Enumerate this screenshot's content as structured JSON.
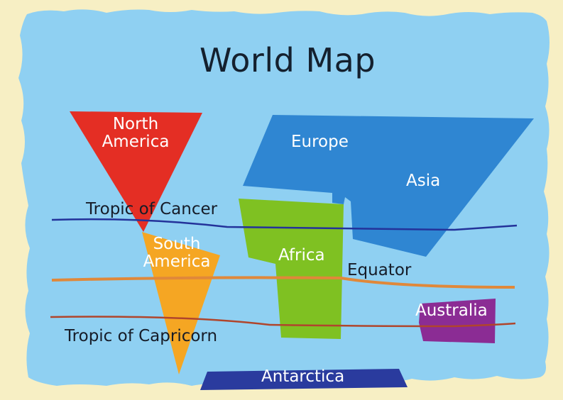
{
  "title": "World Map",
  "colors": {
    "paper": "#f7efc4",
    "ocean": "#8fd0f2",
    "north_america": "#e42e24",
    "south_america": "#f5a623",
    "europe_asia": "#2f86d2",
    "africa": "#7fc122",
    "australia": "#8b2c94",
    "antarctica": "#2a3b9e",
    "tropic_of_cancer_line": "#23329a",
    "equator_line": "#e0883a",
    "tropic_of_capricorn_line": "#b0452c"
  },
  "continents": {
    "north_america": {
      "line1": "North",
      "line2": "America"
    },
    "south_america": {
      "line1": "South",
      "line2": "America"
    },
    "europe": "Europe",
    "asia": "Asia",
    "africa": "Africa",
    "australia": "Australia",
    "antarctica": "Antarctica"
  },
  "lines": {
    "tropic_of_cancer": "Tropic of Cancer",
    "equator": "Equator",
    "tropic_of_capricorn": "Tropic of Capricorn"
  }
}
